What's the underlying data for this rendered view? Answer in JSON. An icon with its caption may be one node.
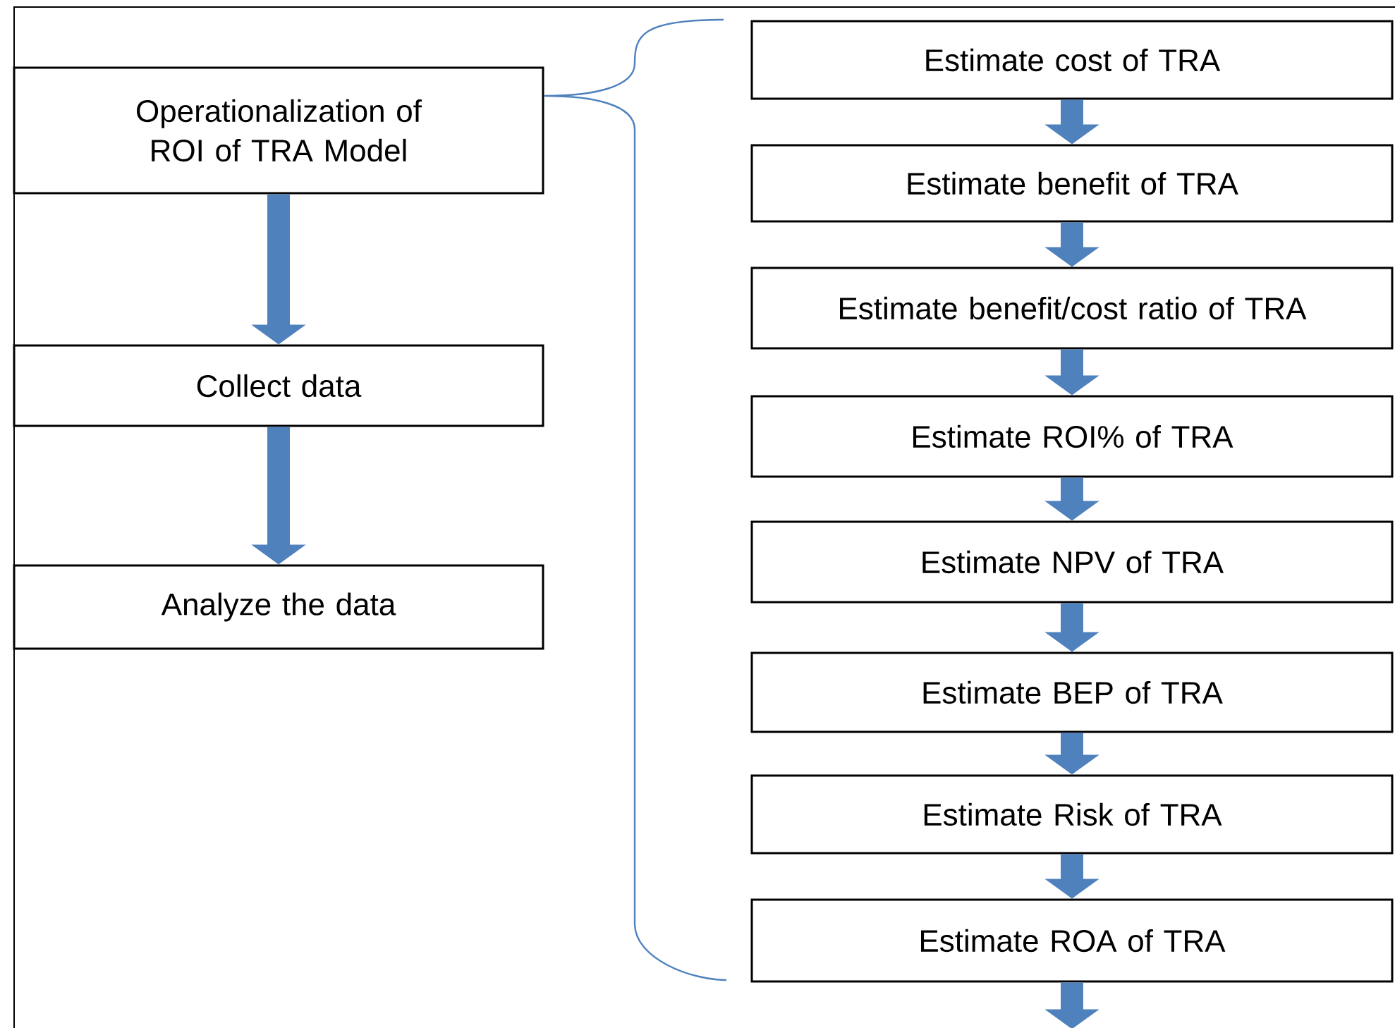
{
  "diagram": {
    "nodes": [
      {
        "text": [
          "Operationalization of ROI of TRA Model"
        ]
      },
      {
        "text": [
          "Collect data"
        ]
      },
      {
        "text": [
          "Analyze the data"
        ]
      },
      {
        "text": [
          "Estimate cost of TRA"
        ]
      },
      {
        "text": [
          "Estimate benefit of TRA"
        ]
      },
      {
        "text": [
          "Estimate benefit/cost ratio of TRA"
        ]
      },
      {
        "text": [
          "Estimate ROI% of TRA"
        ]
      },
      {
        "text": [
          "Estimate NPV of TRA"
        ]
      },
      {
        "text": [
          "Estimate BEP of TRA"
        ]
      },
      {
        "text": [
          "Estimate Risk of TRA"
        ]
      },
      {
        "text": [
          "Estimate ROA of TRA"
        ]
      }
    ],
    "edges": [
      {
        "from": 0,
        "to": 1,
        "arrow": "to"
      },
      {
        "from": 1,
        "to": 2,
        "arrow": "to"
      },
      {
        "from": 3,
        "to": 4,
        "arrow": "to"
      },
      {
        "from": 4,
        "to": 5,
        "arrow": "to"
      },
      {
        "from": 5,
        "to": 6,
        "arrow": "to"
      },
      {
        "from": 6,
        "to": 7,
        "arrow": "to"
      },
      {
        "from": 7,
        "to": 8,
        "arrow": "to"
      },
      {
        "from": 8,
        "to": 9,
        "arrow": "to"
      },
      {
        "from": 9,
        "to": 10,
        "arrow": "to"
      },
      {
        "from": 10,
        "to": null,
        "arrow": "to"
      }
    ]
  }
}
